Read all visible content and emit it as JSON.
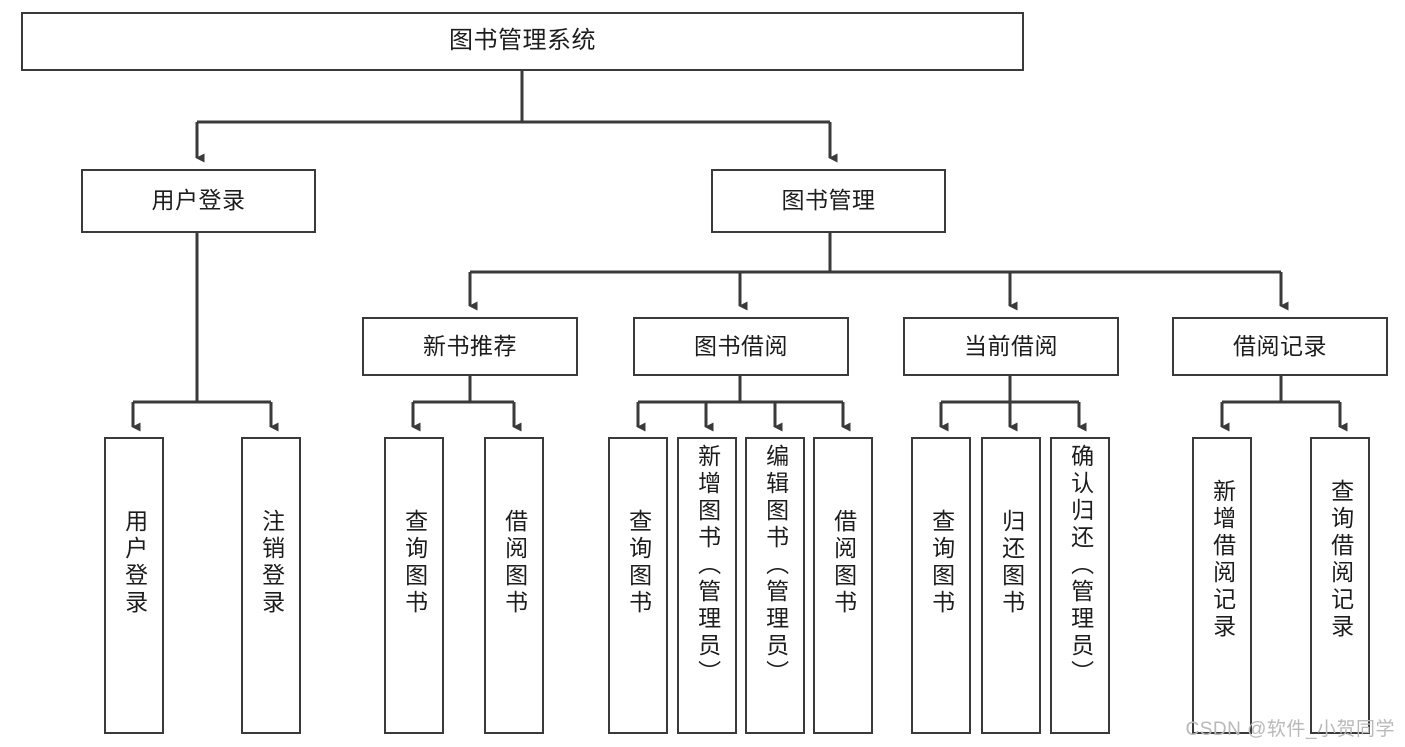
{
  "diagram": {
    "title": "图书管理系统",
    "type": "tree-hierarchy",
    "colors": {
      "box_border": "#3a3a3a",
      "box_fill": "#ffffff",
      "edge": "#3a3a3a",
      "text": "#1d1d1d",
      "watermark": "#b9b9b9",
      "background": "#ffffff"
    }
  },
  "root": {
    "label": "图书管理系统"
  },
  "level2": [
    {
      "label": "用户登录"
    },
    {
      "label": "图书管理"
    }
  ],
  "level3": [
    {
      "label": "新书推荐"
    },
    {
      "label": "图书借阅"
    },
    {
      "label": "当前借阅"
    },
    {
      "label": "借阅记录"
    }
  ],
  "leaves": {
    "user_login": [
      {
        "label": "用户登录"
      },
      {
        "label": "注销登录"
      }
    ],
    "new_book": [
      {
        "label": "查询图书"
      },
      {
        "label": "借阅图书"
      }
    ],
    "book_borrow": [
      {
        "label": "查询图书"
      },
      {
        "label": "新增图书（管理员）"
      },
      {
        "label": "编辑图书（管理员）"
      },
      {
        "label": "借阅图书"
      }
    ],
    "current_borrow": [
      {
        "label": "查询图书"
      },
      {
        "label": "归还图书"
      },
      {
        "label": "确认归还（管理员）"
      }
    ],
    "borrow_record": [
      {
        "label": "新增借阅记录"
      },
      {
        "label": "查询借阅记录"
      }
    ]
  },
  "watermark": {
    "text": "CSDN @软件_小贺同学"
  }
}
